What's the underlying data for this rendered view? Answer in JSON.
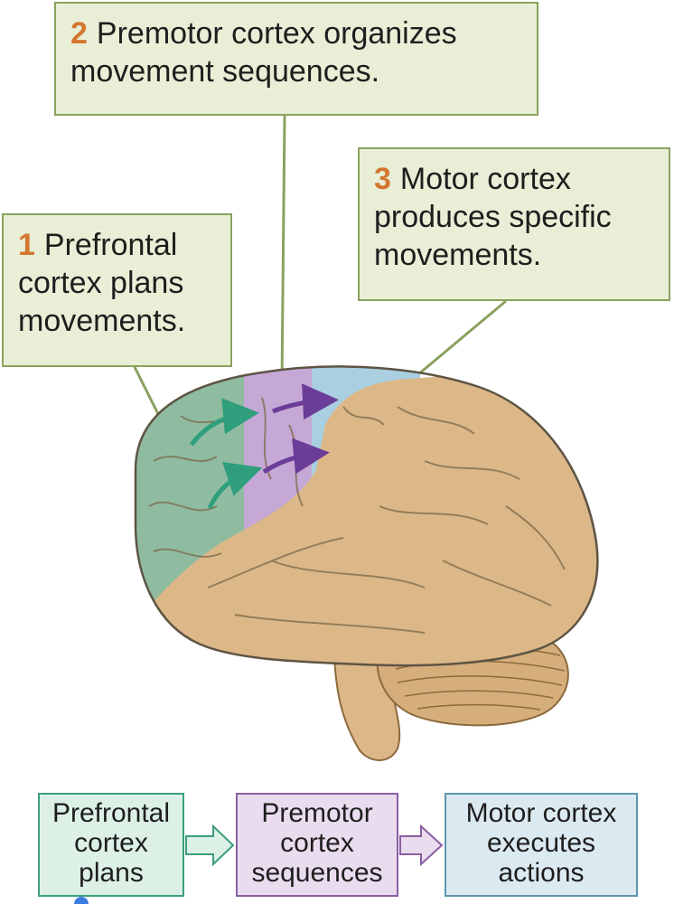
{
  "callouts": [
    {
      "number": "2",
      "lines": [
        "Premotor cortex organizes",
        "movement sequences."
      ]
    },
    {
      "number": "1",
      "lines": [
        "Prefrontal",
        "cortex plans",
        "movements."
      ]
    },
    {
      "number": "3",
      "lines": [
        "Motor cortex",
        "produces specific",
        "movements."
      ]
    }
  ],
  "flow": [
    {
      "lines": [
        "Prefrontal",
        "cortex",
        "plans"
      ]
    },
    {
      "lines": [
        "Premotor",
        "cortex",
        "sequences"
      ]
    },
    {
      "lines": [
        "Motor cortex",
        "executes",
        "actions"
      ]
    }
  ],
  "colors": {
    "prefrontal": "#8fbca0",
    "premotor": "#c5a8d6",
    "motor": "#a9cfe0",
    "brain_tan": "#dcb888",
    "callout_bg": "#e8efd6",
    "callout_border": "#8aa25e",
    "step_number": "#d3762f",
    "arrow_green": "#2f9e7c",
    "arrow_purple": "#6b3d98"
  }
}
